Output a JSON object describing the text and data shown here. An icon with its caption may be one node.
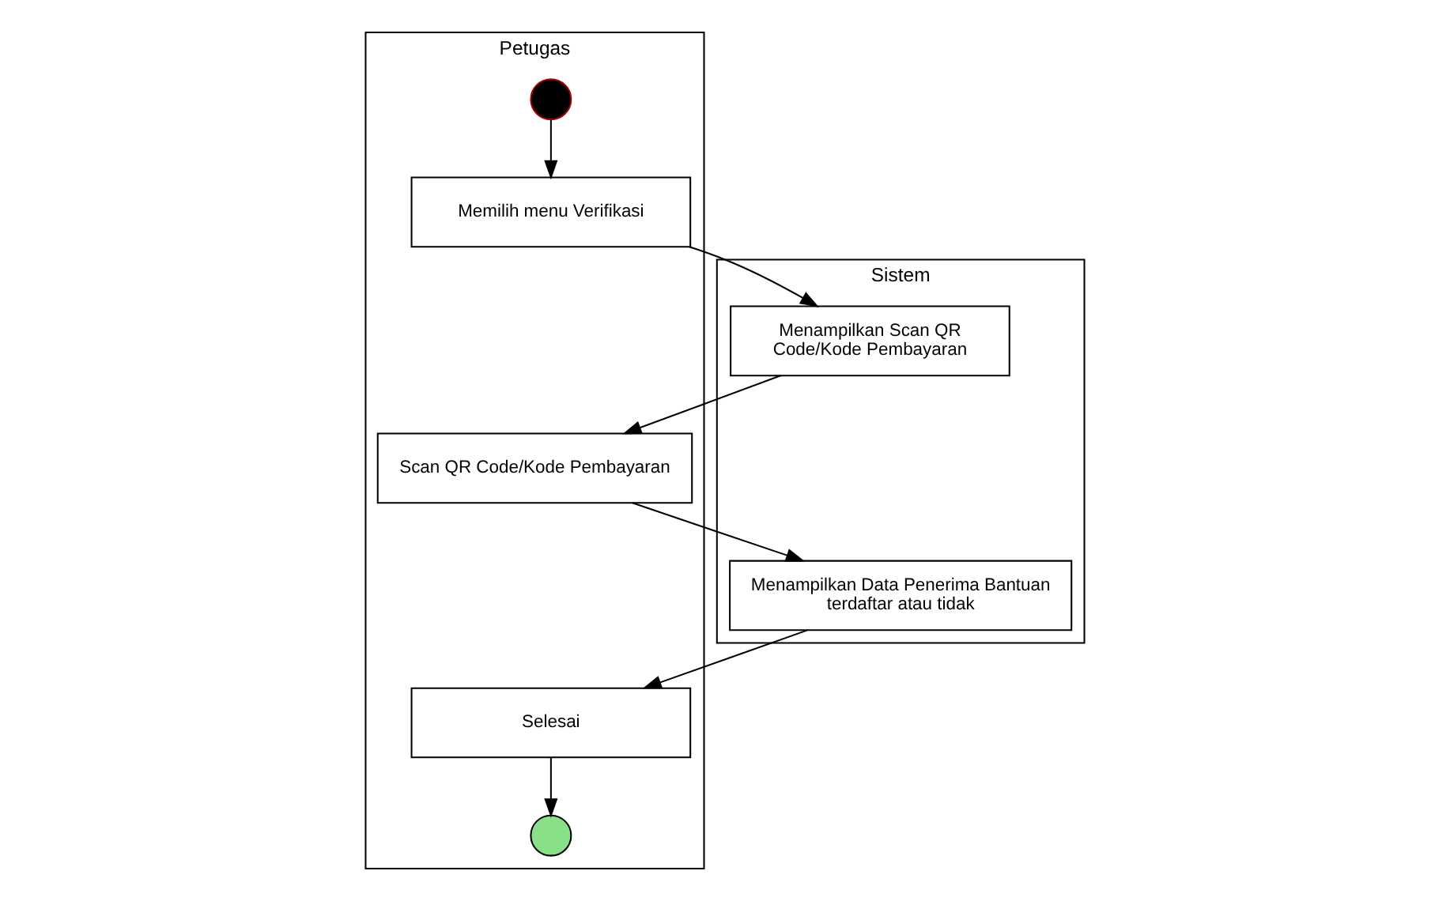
{
  "diagram": {
    "nodes": [
      {
        "text": [
          "Petugas"
        ]
      },
      {
        "text": [
          "Sistem"
        ]
      },
      {
        "text": [],
        "shape": "circle",
        "in": 0
      },
      {
        "text": [
          "Memilih menu Verifikasi"
        ],
        "in": 0
      },
      {
        "text": [
          "Menampilkan Scan QR Code/Kode Pembayaran"
        ],
        "in": 1
      },
      {
        "text": [
          "Scan QR Code/Kode Pembayaran"
        ],
        "in": 0
      },
      {
        "text": [
          "Menampilkan Data Penerima Bantuan terdaftar atau tidak"
        ],
        "in": 1
      },
      {
        "text": [
          "Selesai"
        ],
        "in": 0
      },
      {
        "text": [],
        "shape": "circle",
        "in": 0
      }
    ],
    "edges": [
      {
        "from": 2,
        "to": 3,
        "arrow": "to"
      },
      {
        "from": 3,
        "to": 4,
        "arrow": "to"
      },
      {
        "from": 4,
        "to": 5,
        "arrow": "to"
      },
      {
        "from": 5,
        "to": 6,
        "arrow": "to"
      },
      {
        "from": 6,
        "to": 7,
        "arrow": "to"
      },
      {
        "from": 7,
        "to": 8,
        "arrow": "to"
      }
    ]
  }
}
